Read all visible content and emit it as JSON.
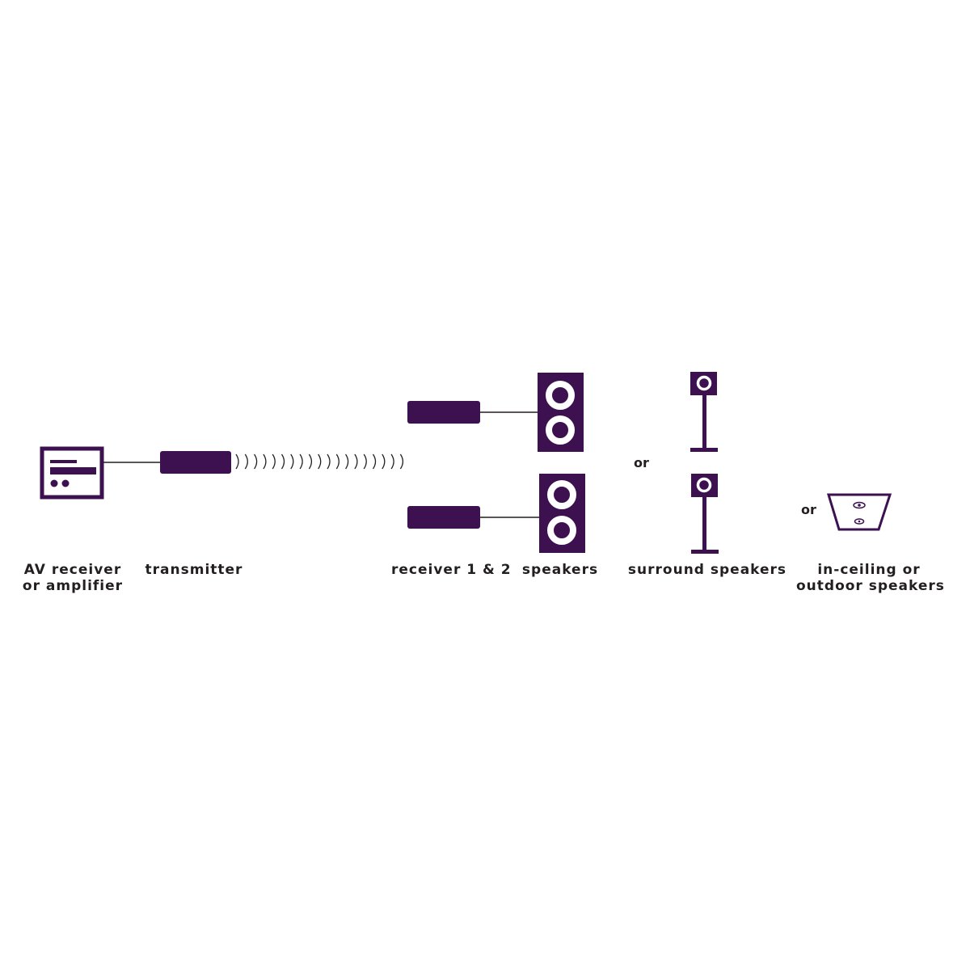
{
  "colors": {
    "device": "#3d1150",
    "wire": "#231f20",
    "text": "#231f20",
    "background": "#ffffff"
  },
  "labels": {
    "av_receiver_line1": "AV receiver",
    "av_receiver_line2": "or amplifier",
    "transmitter": "transmitter",
    "receiver": "receiver 1 & 2",
    "speakers": "speakers",
    "surround": "surround speakers",
    "inceiling_line1": "in-ceiling or",
    "inceiling_line2": "outdoor speakers"
  },
  "or_words": {
    "surround_or": "or",
    "ceiling_or": "or"
  },
  "icons": {
    "av_receiver": "av-receiver-icon",
    "transmitter": "transmitter-icon",
    "wireless": "wireless-signal-icon",
    "receiver": "receiver-box-icon",
    "tower_speaker": "tower-speaker-icon",
    "stand_speaker": "stand-speaker-icon",
    "ceiling_speaker": "ceiling-speaker-icon"
  }
}
